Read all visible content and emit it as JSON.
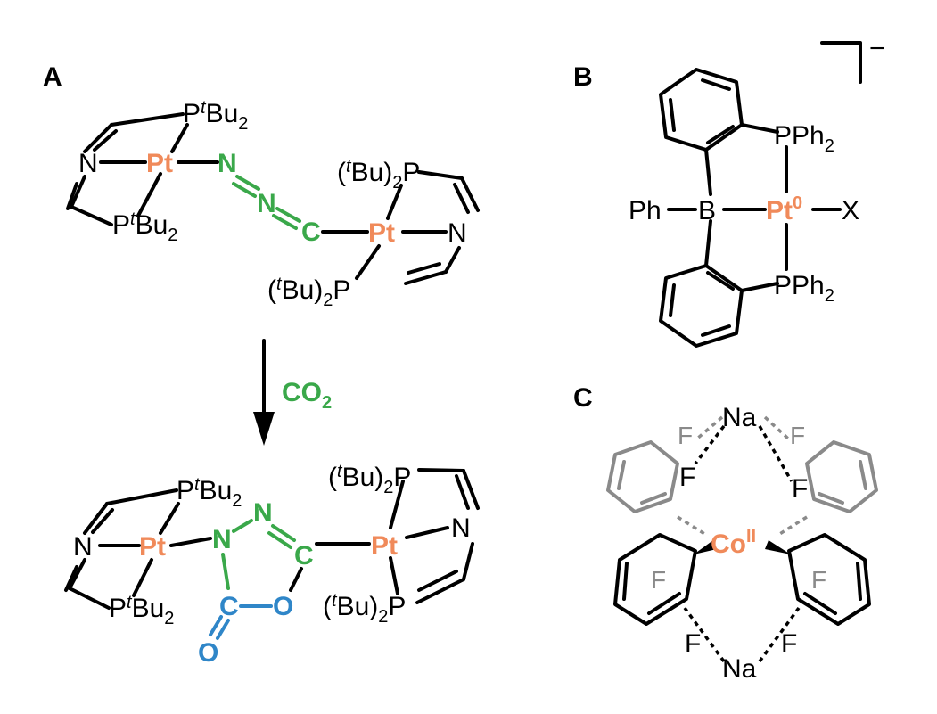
{
  "colors": {
    "metal": "#f08a5a",
    "green": "#3aa84a",
    "blue": "#2f86c8",
    "gray": "#8a8a8a"
  },
  "panels": {
    "a": "A",
    "b": "B",
    "c": "C"
  },
  "a": {
    "pt": "Pt",
    "n": "N",
    "ptbu2": {
      "p": "P",
      "t": "t",
      "bu": "Bu",
      "two": "2"
    },
    "tbu2p": {
      "open": "(",
      "t": "t",
      "bu": "Bu)",
      "two": "2",
      "p": "P"
    },
    "diazo_n1": "N",
    "diazo_n2": "N",
    "diazo_c": "C",
    "arrow_reagent": {
      "co": "CO",
      "two": "2"
    },
    "ring_n1": "N",
    "ring_n2": "N",
    "ring_c1": "C",
    "ring_c2": "C",
    "ring_o": "O",
    "exo_o": "O"
  },
  "b": {
    "charge": "−",
    "pph2": {
      "p": "PPh",
      "two": "2"
    },
    "ph": "Ph",
    "boron": "B",
    "pt": "Pt",
    "ox": "0",
    "x": "X"
  },
  "c": {
    "na": "Na",
    "co": "Co",
    "ox": "II",
    "f": "F"
  }
}
